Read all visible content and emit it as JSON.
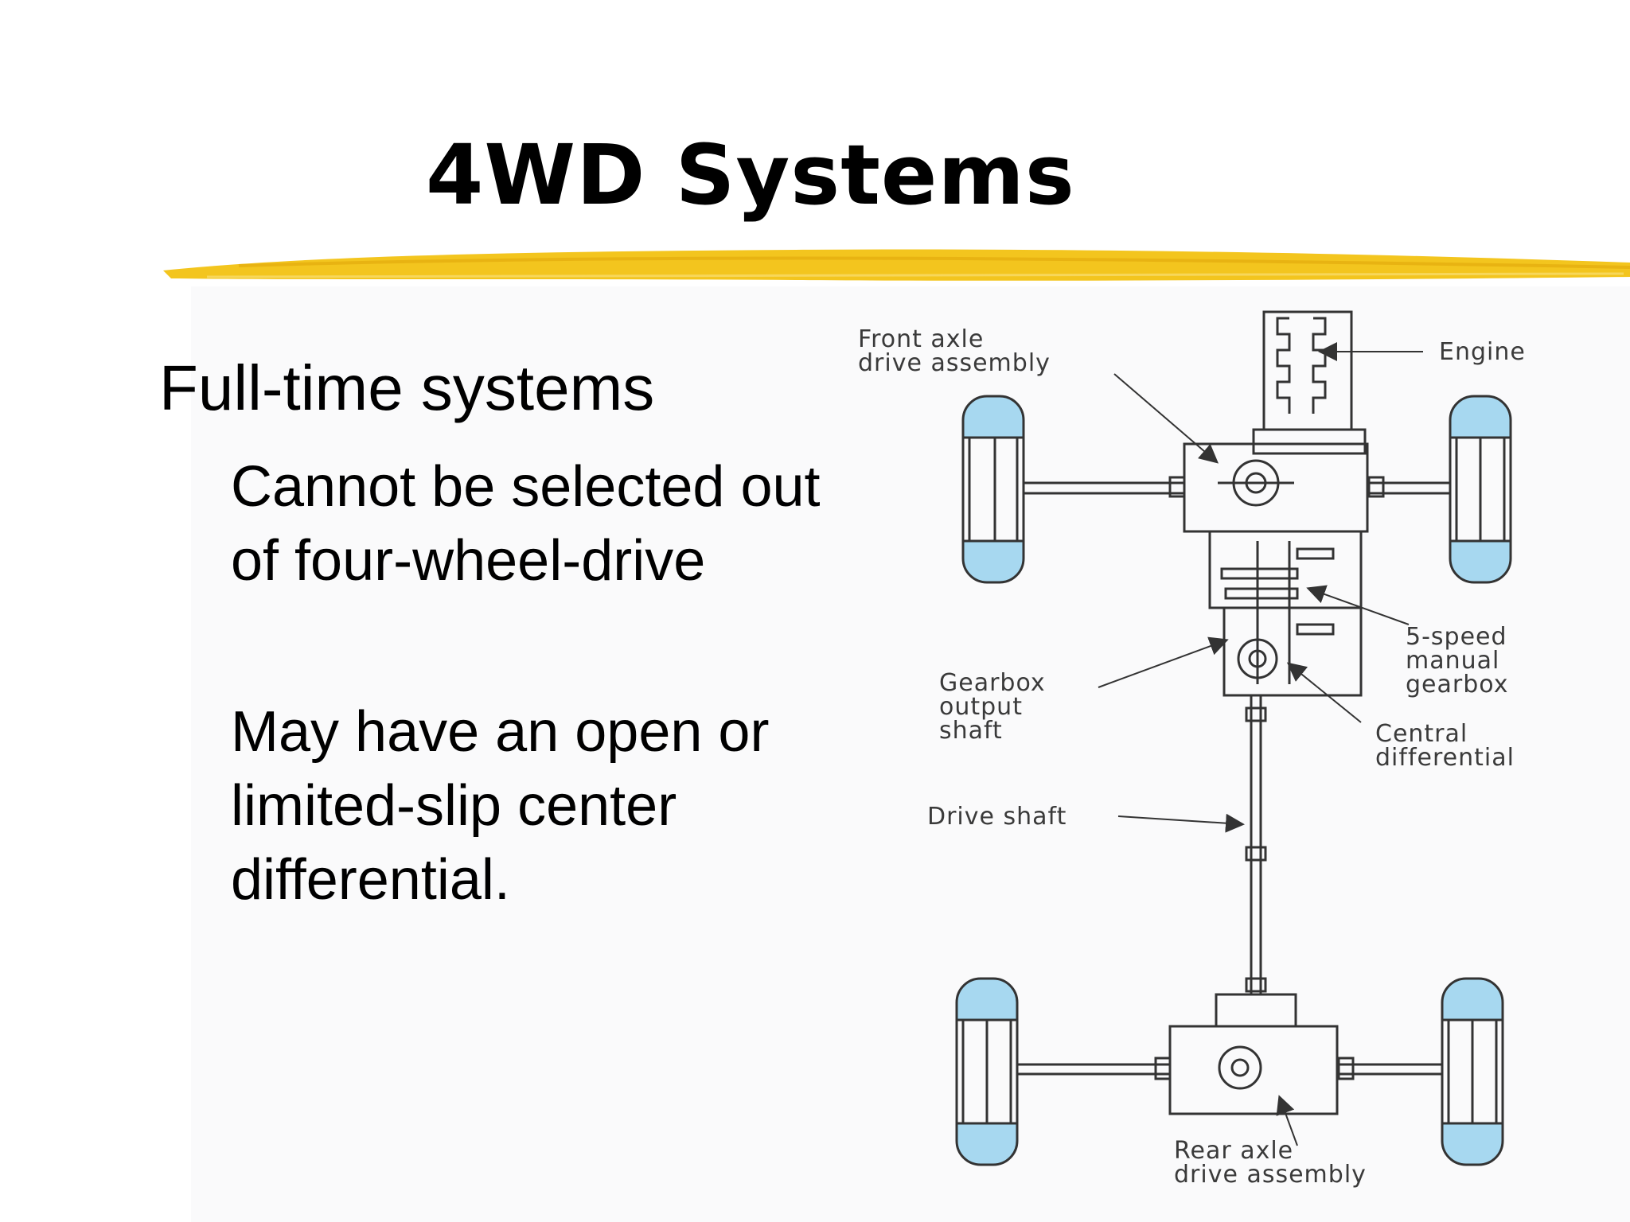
{
  "slide": {
    "title": "4WD Systems",
    "bullets": [
      {
        "text": "Full-time systems",
        "sub": [
          "Cannot be selected out of four-wheel-drive",
          "May have an open or limited-slip center differential."
        ]
      }
    ]
  },
  "diagram": {
    "labels": {
      "front_axle_line1": "Front axle",
      "front_axle_line2": "drive assembly",
      "engine": "Engine",
      "gearbox_5speed_line1": "5-speed",
      "gearbox_5speed_line2": "manual",
      "gearbox_5speed_line3": "gearbox",
      "gearbox_output_line1": "Gearbox",
      "gearbox_output_line2": "output",
      "gearbox_output_line3": "shaft",
      "central_diff_line1": "Central",
      "central_diff_line2": "differential",
      "drive_shaft": "Drive shaft",
      "rear_axle_line1": "Rear axle",
      "rear_axle_line2": "drive assembly"
    }
  },
  "colors": {
    "highlight_stroke": "#f2c21b",
    "tire_fill": "#a7d8f0",
    "line": "#333333"
  }
}
